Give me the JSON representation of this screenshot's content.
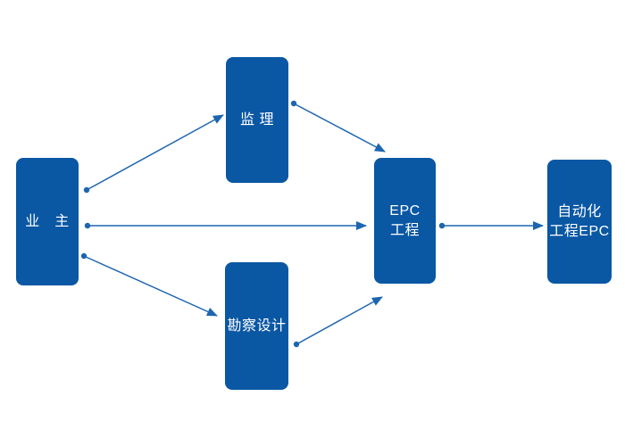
{
  "diagram": {
    "boxes": [
      {
        "id": "owner",
        "label_lines": [
          "业　主"
        ]
      },
      {
        "id": "supervision",
        "label_lines": [
          "监 理"
        ]
      },
      {
        "id": "survey-design",
        "label_lines": [
          "勘察设计"
        ]
      },
      {
        "id": "epc-project",
        "label_lines": [
          "EPC",
          "工程"
        ]
      },
      {
        "id": "automation-epc",
        "label_lines": [
          "自动化",
          "工程EPC"
        ]
      }
    ],
    "connectors": [
      {
        "from": "owner",
        "to": "supervision"
      },
      {
        "from": "owner",
        "to": "epc-project"
      },
      {
        "from": "owner",
        "to": "survey-design"
      },
      {
        "from": "supervision",
        "to": "epc-project"
      },
      {
        "from": "survey-design",
        "to": "epc-project"
      },
      {
        "from": "epc-project",
        "to": "automation-epc"
      }
    ],
    "colors": {
      "box_fill": "#0a57a4",
      "box_text": "#ffffff",
      "connector": "#1d66af",
      "background": "#ffffff"
    }
  }
}
